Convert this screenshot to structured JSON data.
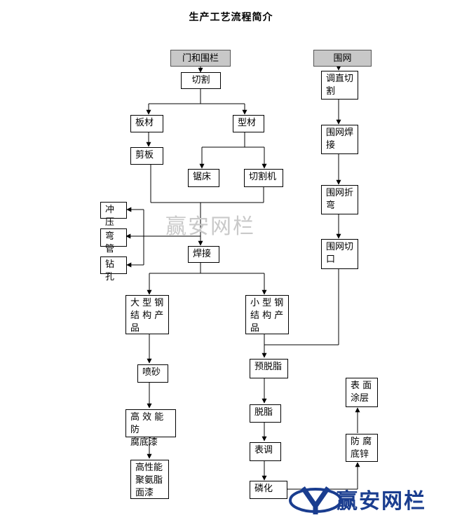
{
  "title": "生产工艺流程简介",
  "headers": {
    "gate": "门和围栏",
    "mesh": "围网"
  },
  "gate_flow": {
    "cut": "切割",
    "plate": "板材",
    "profile": "型材",
    "shear_plate": "剪板",
    "saw": "锯床",
    "cutter": "切割机",
    "punch": "冲压",
    "bend_pipe": "弯管",
    "drill": "钻孔",
    "weld": "焊接",
    "large_steel": "大 型 钢\n结 构 产\n品",
    "small_steel": "小 型 钢\n结 构 产\n品",
    "sandblast": "喷砂",
    "epoxy_primer": "高 效 能 防\n腐底漆",
    "pu_topcoat": "高性能\n聚氨脂\n面漆",
    "pre_degrease": "预脱脂",
    "degrease": "脱脂",
    "conditioning": "表调",
    "phosphating": "磷化",
    "zinc_coating": "防 腐\n底锌",
    "surface_coating": "表 面\n涂层"
  },
  "mesh_flow": {
    "straighten_cut": "调直切\n割",
    "mesh_weld": "围网焊\n接",
    "mesh_bend": "围网折\n弯",
    "mesh_cut": "围网切\n口"
  },
  "watermark": "赢安网栏",
  "logo": {
    "text": "赢安网栏",
    "icon": "yingan-logo-icon",
    "color": "#1a3d8f"
  }
}
